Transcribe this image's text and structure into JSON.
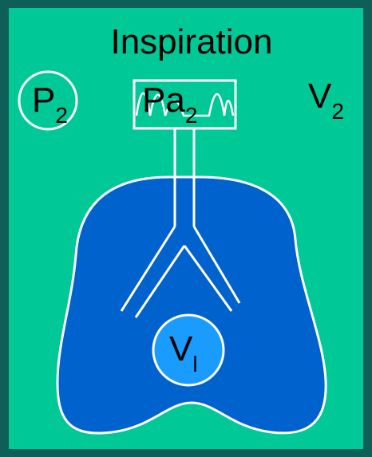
{
  "diagram": {
    "title": "Inspiration",
    "pressure_label": {
      "main": "P",
      "sub": "2"
    },
    "airway_pressure_label": {
      "main": "Pa",
      "sub": "2"
    },
    "volume_label": {
      "main": "V",
      "sub": "2"
    },
    "lung_volume_label": {
      "main": "V",
      "sub": "l"
    }
  },
  "colors": {
    "border_dark": "#0f5f59",
    "panel_green": "#00c896",
    "lung_blue": "#0062cc",
    "bubble_blue": "#1a9cff",
    "outline_white": "#ffffff",
    "text_black": "#000000"
  }
}
